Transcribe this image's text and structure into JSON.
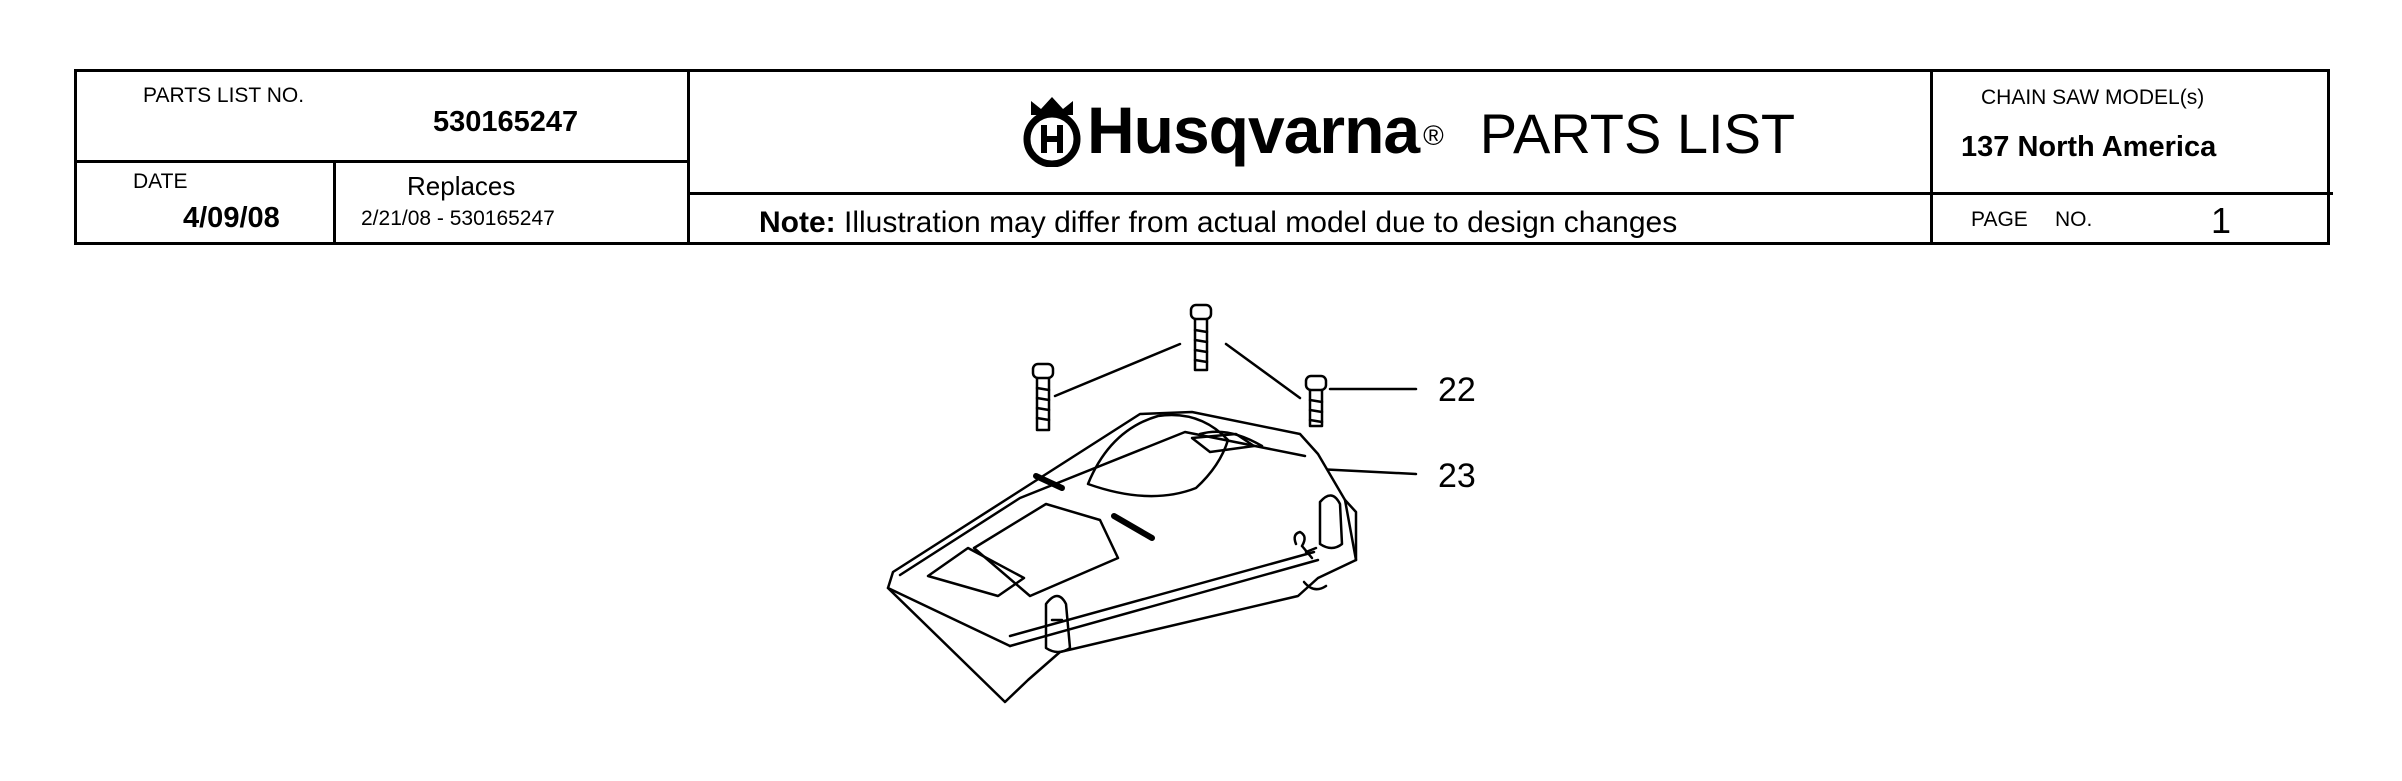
{
  "header": {
    "parts_list_label": "PARTS LIST NO.",
    "parts_list_no": "530165247",
    "date_label": "DATE",
    "date": "4/09/08",
    "replaces_label": "Replaces",
    "replaces": "2/21/08 - 530165247",
    "brand": "Husqvarna",
    "registered_mark": "®",
    "doc_title": "PARTS LIST",
    "note_label": "Note:",
    "note_text": "Illustration may differ from actual model due to design changes",
    "model_label": "CHAIN SAW MODEL(s)",
    "model": "137 North America",
    "page_label": "PAGE",
    "page_no_label": "NO.",
    "page_no": "1"
  },
  "illustration": {
    "callouts": [
      {
        "number": "22",
        "part": "screw"
      },
      {
        "number": "23",
        "part": "cylinder cover"
      }
    ]
  }
}
